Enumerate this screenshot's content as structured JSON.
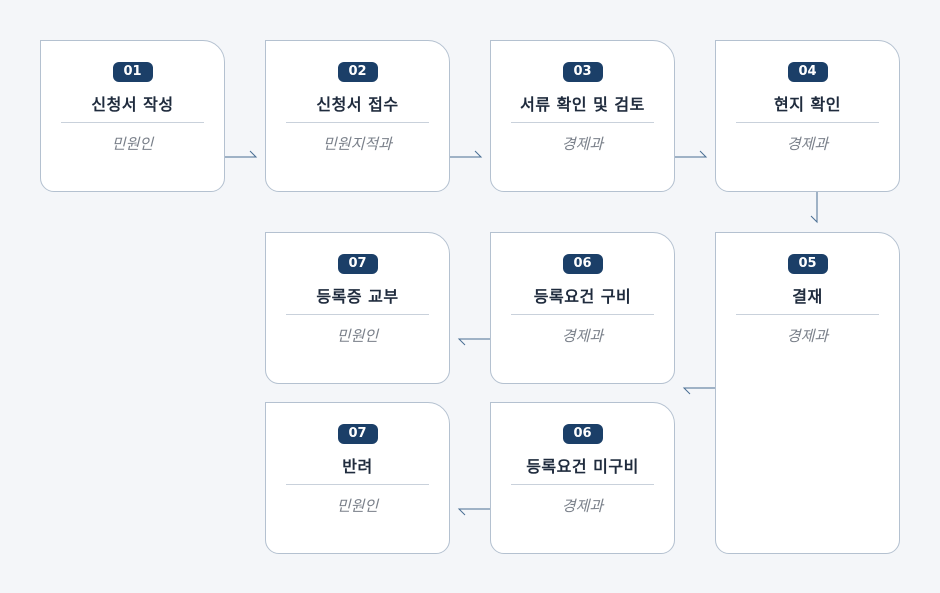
{
  "steps": [
    {
      "id": "s1",
      "number": "01",
      "title": "신청서 작성",
      "dept": "민원인"
    },
    {
      "id": "s2",
      "number": "02",
      "title": "신청서 접수",
      "dept": "민원지적과"
    },
    {
      "id": "s3",
      "number": "03",
      "title": "서류 확인 및 검토",
      "dept": "경제과"
    },
    {
      "id": "s4",
      "number": "04",
      "title": "현지 확인",
      "dept": "경제과"
    },
    {
      "id": "s5",
      "number": "05",
      "title": "결재",
      "dept": "경제과"
    },
    {
      "id": "s6a",
      "number": "06",
      "title": "등록요건 구비",
      "dept": "경제과"
    },
    {
      "id": "s7a",
      "number": "07",
      "title": "등록증 교부",
      "dept": "민원인"
    },
    {
      "id": "s6b",
      "number": "06",
      "title": "등록요건 미구비",
      "dept": "경제과"
    },
    {
      "id": "s7b",
      "number": "07",
      "title": "반려",
      "dept": "민원인"
    }
  ],
  "colors": {
    "badge": "#1b3f68",
    "border": "#b4c1d0",
    "connector": "#4a6f94",
    "background": "#f4f6f9"
  }
}
